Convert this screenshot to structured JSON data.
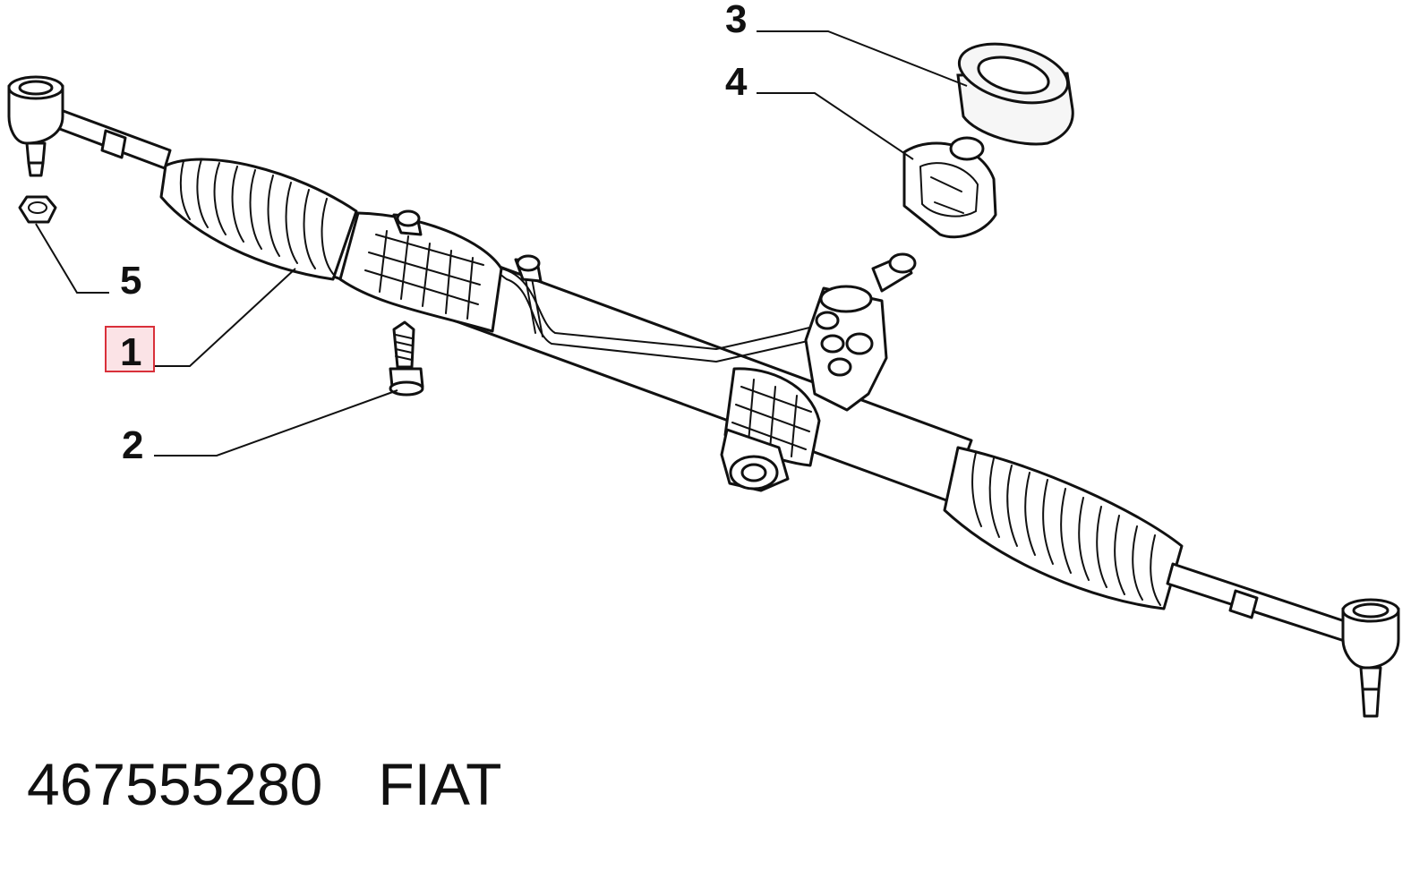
{
  "callouts": [
    {
      "id": "1",
      "label": "1",
      "highlighted": true
    },
    {
      "id": "2",
      "label": "2",
      "highlighted": false
    },
    {
      "id": "3",
      "label": "3",
      "highlighted": false
    },
    {
      "id": "4",
      "label": "4",
      "highlighted": false
    },
    {
      "id": "5",
      "label": "5",
      "highlighted": false
    }
  ],
  "caption": {
    "part_number": "467555280",
    "brand": "FIAT"
  },
  "colors": {
    "ink": "#111111",
    "highlight_border": "#d9303a",
    "highlight_fill": "#fbe3e6"
  }
}
